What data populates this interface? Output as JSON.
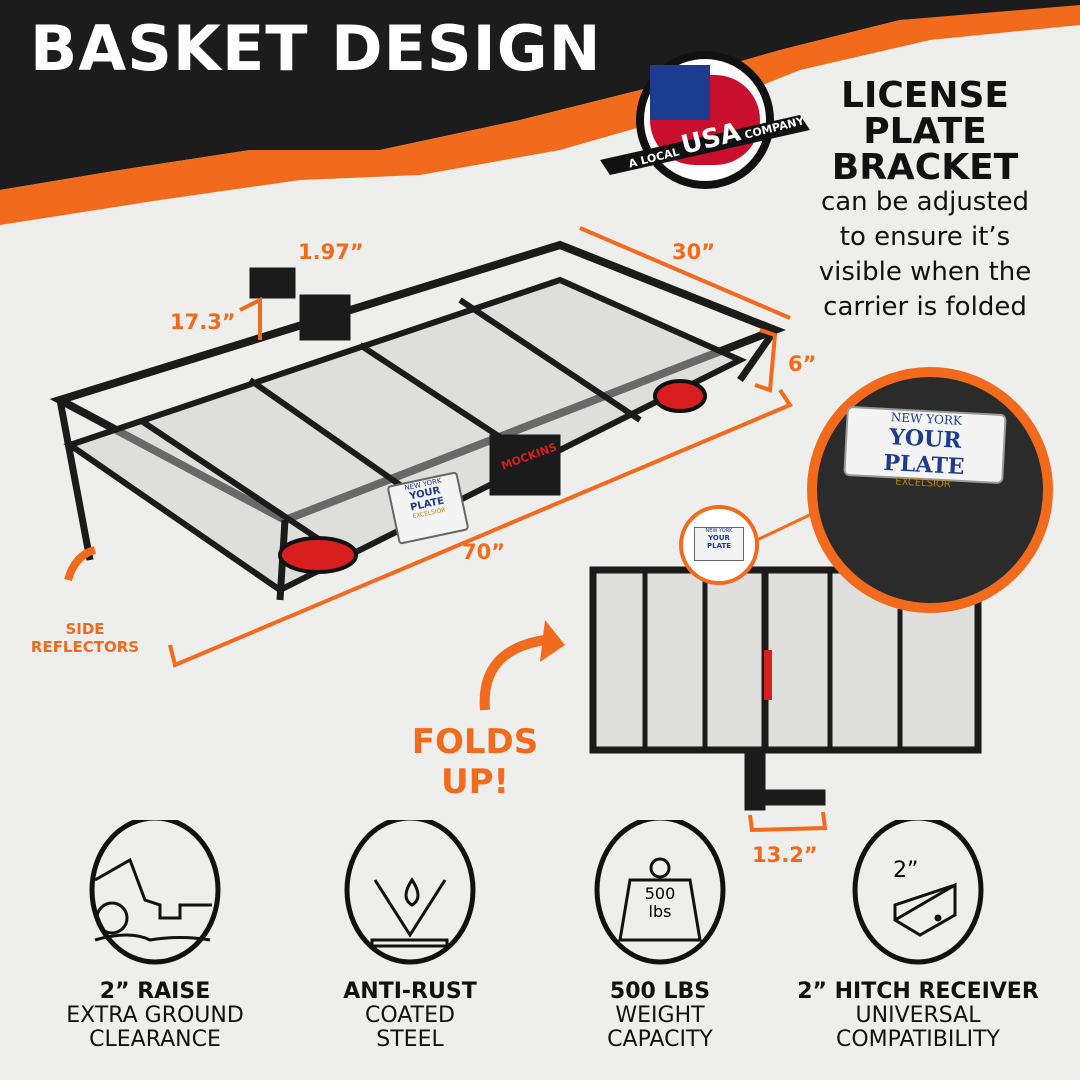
{
  "header": {
    "title": "BASKET DESIGN"
  },
  "badge": {
    "prefix": "A LOCAL",
    "main": "USA",
    "suffix": "COMPANY"
  },
  "license_plate": {
    "title_lines": [
      "LICENSE",
      "PLATE",
      "BRACKET"
    ],
    "description_lines": [
      "can be adjusted",
      "to ensure it’s",
      "visible when the",
      "carrier is folded"
    ],
    "plate": {
      "state": "NEW YORK",
      "text": "YOUR PLATE",
      "motto": "EXCELSIOR"
    }
  },
  "dimensions": {
    "hitch": "1.97”",
    "width": "30”",
    "shank": "17.3”",
    "height": "6”",
    "length": "70”",
    "folded_depth": "13.2”"
  },
  "brand": "MOCKINS",
  "callouts": {
    "side_reflectors": [
      "SIDE",
      "REFLECTORS"
    ],
    "folds_up": [
      "FOLDS",
      "UP!"
    ]
  },
  "features": [
    {
      "icon": "vehicle-raise-icon",
      "title": "2” RAISE",
      "lines": [
        "EXTRA GROUND",
        "CLEARANCE"
      ]
    },
    {
      "icon": "water-drops-icon",
      "title": "ANTI-RUST",
      "lines": [
        "COATED",
        "STEEL"
      ]
    },
    {
      "icon": "weight-icon",
      "title": "500 LBS",
      "lines": [
        "WEIGHT",
        "CAPACITY"
      ],
      "icon_text": [
        "500",
        "lbs"
      ]
    },
    {
      "icon": "hitch-tube-icon",
      "title": "2” HITCH RECEIVER",
      "lines": [
        "UNIVERSAL",
        "COMPATIBILITY"
      ],
      "icon_text": [
        "2”"
      ]
    }
  ],
  "colors": {
    "accent": "#f26b1d",
    "dark": "#1c1c1c",
    "background": "#eeeeec"
  }
}
